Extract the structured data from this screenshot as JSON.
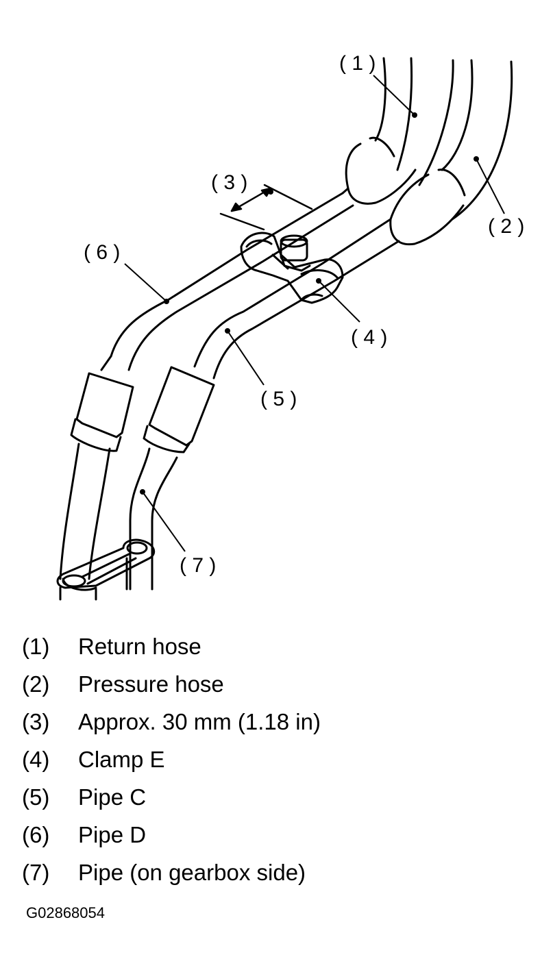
{
  "diagram": {
    "callouts": [
      {
        "id": "1",
        "label": "( 1 )"
      },
      {
        "id": "2",
        "label": "( 2 )"
      },
      {
        "id": "3",
        "label": "( 3 )"
      },
      {
        "id": "4",
        "label": "( 4 )"
      },
      {
        "id": "5",
        "label": "( 5 )"
      },
      {
        "id": "6",
        "label": "( 6 )"
      },
      {
        "id": "7",
        "label": "( 7 )"
      }
    ]
  },
  "legend": {
    "items": [
      {
        "num": "(1)",
        "text": "Return hose"
      },
      {
        "num": "(2)",
        "text": "Pressure hose"
      },
      {
        "num": "(3)",
        "text": "Approx. 30 mm (1.18 in)"
      },
      {
        "num": "(4)",
        "text": "Clamp E"
      },
      {
        "num": "(5)",
        "text": "Pipe C"
      },
      {
        "num": "(6)",
        "text": "Pipe D"
      },
      {
        "num": "(7)",
        "text": "Pipe (on gearbox side)"
      }
    ]
  },
  "figure_code": "G02868054"
}
